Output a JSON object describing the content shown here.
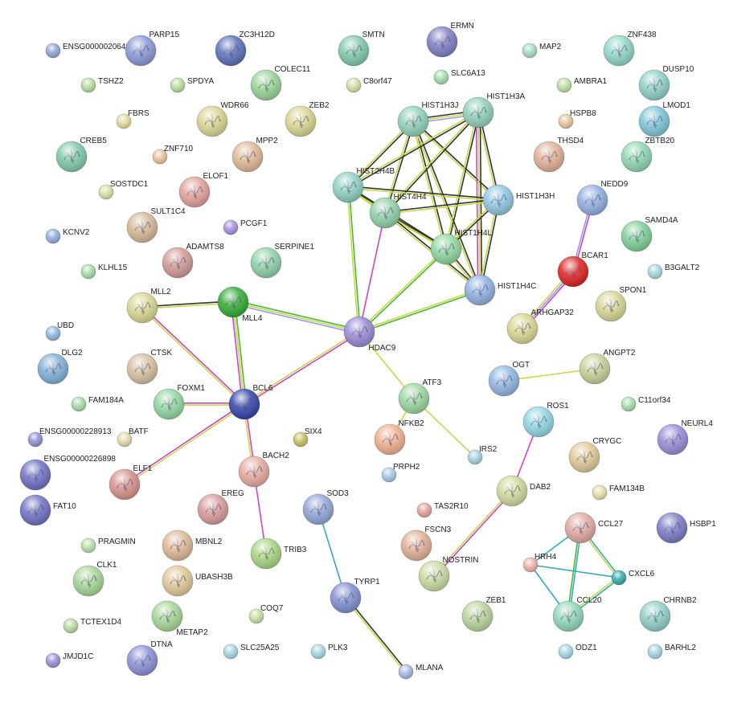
{
  "diagram": {
    "type": "protein-interaction-network",
    "edge_colors": {
      "black": "#333333",
      "yellow": "#c9d84a",
      "green": "#44bb33",
      "magenta": "#cc44cc",
      "lavender": "#9999ee",
      "cyan": "#33aabb"
    },
    "nodes": [
      {
        "id": "ENSG00000206468",
        "label": "ENSG00000206468",
        "color": "#8fa6d6",
        "big": false
      },
      {
        "id": "PARP15",
        "label": "PARP15",
        "color": "#8a96d6",
        "big": true
      },
      {
        "id": "ZC3H12D",
        "label": "ZC3H12D",
        "color": "#5b6fb8",
        "big": true
      },
      {
        "id": "SMTN",
        "label": "SMTN",
        "color": "#7fc9a8",
        "big": true
      },
      {
        "id": "ERMN",
        "label": "ERMN",
        "color": "#7e7ec4",
        "big": true
      },
      {
        "id": "MAP2",
        "label": "MAP2",
        "color": "#a6dcc0",
        "big": false
      },
      {
        "id": "ZNF438",
        "label": "ZNF438",
        "color": "#8fd6c6",
        "big": true
      },
      {
        "id": "TSHZ2",
        "label": "TSHZ2",
        "color": "#b8dca0",
        "big": false
      },
      {
        "id": "SPDYA",
        "label": "SPDYA",
        "color": "#b8dca0",
        "big": false
      },
      {
        "id": "COLEC11",
        "label": "COLEC11",
        "color": "#98d496",
        "big": true
      },
      {
        "id": "C8orf47",
        "label": "C8orf47",
        "color": "#cfe0a0",
        "big": false
      },
      {
        "id": "SLC6A13",
        "label": "SLC6A13",
        "color": "#a6dcb0",
        "big": false
      },
      {
        "id": "AMBRA1",
        "label": "AMBRA1",
        "color": "#c0e0a0",
        "big": false
      },
      {
        "id": "DUSP10",
        "label": "DUSP10",
        "color": "#8ecfc6",
        "big": true
      },
      {
        "id": "FBRS",
        "label": "FBRS",
        "color": "#e4dc9e",
        "big": false
      },
      {
        "id": "WDR66",
        "label": "WDR66",
        "color": "#d8d690",
        "big": true
      },
      {
        "id": "ZEB2",
        "label": "ZEB2",
        "color": "#d8d690",
        "big": true
      },
      {
        "id": "HIST1H3J",
        "label": "HIST1H3J",
        "color": "#8fd0b8",
        "big": true
      },
      {
        "id": "HIST1H3A",
        "label": "HIST1H3A",
        "color": "#8fd0b8",
        "big": true
      },
      {
        "id": "HSPB8",
        "label": "HSPB8",
        "color": "#e6c79a",
        "big": false
      },
      {
        "id": "LMOD1",
        "label": "LMOD1",
        "color": "#7ec4d8",
        "big": true
      },
      {
        "id": "CREB5",
        "label": "CREB5",
        "color": "#7fc9a8",
        "big": true
      },
      {
        "id": "ZNF710",
        "label": "ZNF710",
        "color": "#e8c49c",
        "big": false
      },
      {
        "id": "MPP2",
        "label": "MPP2",
        "color": "#e0b896",
        "big": true
      },
      {
        "id": "THSD4",
        "label": "THSD4",
        "color": "#e0b096",
        "big": true
      },
      {
        "id": "ZBTB20",
        "label": "ZBTB20",
        "color": "#8fd6b0",
        "big": true
      },
      {
        "id": "SOSTDC1",
        "label": "SOSTDC1",
        "color": "#d6e0a0",
        "big": false
      },
      {
        "id": "ELOF1",
        "label": "ELOF1",
        "color": "#e0a09a",
        "big": true
      },
      {
        "id": "HIST2H4B",
        "label": "HIST2H4B",
        "color": "#8ed0c0",
        "big": true
      },
      {
        "id": "HIST4H4",
        "label": "HIST4H4",
        "color": "#8fd0a8",
        "big": true
      },
      {
        "id": "HIST1H3H",
        "label": "HIST1H3H",
        "color": "#90c6e0",
        "big": true
      },
      {
        "id": "NEDD9",
        "label": "NEDD9",
        "color": "#90aee0",
        "big": true
      },
      {
        "id": "SULT1C4",
        "label": "SULT1C4",
        "color": "#d6b896",
        "big": true
      },
      {
        "id": "PCGF1",
        "label": "PCGF1",
        "color": "#a890e0",
        "big": false
      },
      {
        "id": "KCNV2",
        "label": "KCNV2",
        "color": "#90aee0",
        "big": false
      },
      {
        "id": "SAMD4A",
        "label": "SAMD4A",
        "color": "#7fcf98",
        "big": true
      },
      {
        "id": "ADAMTS8",
        "label": "ADAMTS8",
        "color": "#d09a96",
        "big": true
      },
      {
        "id": "SERPINE1",
        "label": "SERPINE1",
        "color": "#8fd0a8",
        "big": true
      },
      {
        "id": "HIST1H4L",
        "label": "HIST1H4L",
        "color": "#8fd6a0",
        "big": true
      },
      {
        "id": "BCAR1",
        "label": "BCAR1",
        "color": "#dd2222",
        "big": true
      },
      {
        "id": "B3GALT2",
        "label": "B3GALT2",
        "color": "#a6d8e0",
        "big": false
      },
      {
        "id": "KLHL15",
        "label": "KLHL15",
        "color": "#a6dca8",
        "big": false
      },
      {
        "id": "HIST1H4C",
        "label": "HIST1H4C",
        "color": "#90b0e0",
        "big": true
      },
      {
        "id": "MLL2",
        "label": "MLL2",
        "color": "#d8d690",
        "big": true
      },
      {
        "id": "MLL4",
        "label": "MLL4",
        "color": "#33aa33",
        "big": true
      },
      {
        "id": "SPON1",
        "label": "SPON1",
        "color": "#d8d696",
        "big": true
      },
      {
        "id": "HDAC9",
        "label": "HDAC9",
        "color": "#9a8ad6",
        "big": true
      },
      {
        "id": "ARHGAP32",
        "label": "ARHGAP32",
        "color": "#d8d690",
        "big": true
      },
      {
        "id": "UBD",
        "label": "UBD",
        "color": "#90b6e0",
        "big": false
      },
      {
        "id": "DLG2",
        "label": "DLG2",
        "color": "#80aed6",
        "big": true
      },
      {
        "id": "CTSK",
        "label": "CTSK",
        "color": "#d6c0a0",
        "big": true
      },
      {
        "id": "OGT",
        "label": "OGT",
        "color": "#90b6e0",
        "big": true
      },
      {
        "id": "ANGPT2",
        "label": "ANGPT2",
        "color": "#c8d096",
        "big": true
      },
      {
        "id": "FAM184A",
        "label": "FAM184A",
        "color": "#a6dca8",
        "big": false
      },
      {
        "id": "FOXM1",
        "label": "FOXM1",
        "color": "#90d6a0",
        "big": true
      },
      {
        "id": "BCL6",
        "label": "BCL6",
        "color": "#3344aa",
        "big": true
      },
      {
        "id": "ATF3",
        "label": "ATF3",
        "color": "#9ad6a0",
        "big": true
      },
      {
        "id": "C11orf34",
        "label": "C11orf34",
        "color": "#a6dca8",
        "big": false
      },
      {
        "id": "ROS1",
        "label": "ROS1",
        "color": "#90d6e0",
        "big": true
      },
      {
        "id": "NEURL4",
        "label": "NEURL4",
        "color": "#9a8ad6",
        "big": true
      },
      {
        "id": "ENSG00000228913",
        "label": "ENSG00000228913",
        "color": "#9090d6",
        "big": false
      },
      {
        "id": "BATF",
        "label": "BATF",
        "color": "#e4dca8",
        "big": false
      },
      {
        "id": "SIX4",
        "label": "SIX4",
        "color": "#c8c060",
        "big": false
      },
      {
        "id": "NFKB2",
        "label": "NFKB2",
        "color": "#f0b090",
        "big": true
      },
      {
        "id": "CRYGC",
        "label": "CRYGC",
        "color": "#e0c896",
        "big": true
      },
      {
        "id": "IRS2",
        "label": "IRS2",
        "color": "#a6d0e0",
        "big": false
      },
      {
        "id": "ENSG00000226898",
        "label": "ENSG00000226898",
        "color": "#7070c4",
        "big": true
      },
      {
        "id": "BACH2",
        "label": "BACH2",
        "color": "#e6aaa0",
        "big": true
      },
      {
        "id": "PRPH2",
        "label": "PRPH2",
        "color": "#a6c8e6",
        "big": false
      },
      {
        "id": "FAM134B",
        "label": "FAM134B",
        "color": "#e4e0a8",
        "big": false
      },
      {
        "id": "ELF1",
        "label": "ELF1",
        "color": "#d6908a",
        "big": true
      },
      {
        "id": "DAB2",
        "label": "DAB2",
        "color": "#d0d89a",
        "big": true
      },
      {
        "id": "FAT10",
        "label": "FAT10",
        "color": "#7070c4",
        "big": true
      },
      {
        "id": "SOD3",
        "label": "SOD3",
        "color": "#90a6d6",
        "big": true
      },
      {
        "id": "TAS2R10",
        "label": "TAS2R10",
        "color": "#e6a0a0",
        "big": false
      },
      {
        "id": "EREG",
        "label": "EREG",
        "color": "#d89a9a",
        "big": true
      },
      {
        "id": "CCL27",
        "label": "CCL27",
        "color": "#e0a8a0",
        "big": true
      },
      {
        "id": "HSBP1",
        "label": "HSBP1",
        "color": "#7a7ac6",
        "big": true
      },
      {
        "id": "MBNL2",
        "label": "MBNL2",
        "color": "#e0b896",
        "big": true
      },
      {
        "id": "FSCN3",
        "label": "FSCN3",
        "color": "#e0b096",
        "big": true
      },
      {
        "id": "PRAGMIN",
        "label": "PRAGMIN",
        "color": "#b8e0a8",
        "big": false
      },
      {
        "id": "TRIB3",
        "label": "TRIB3",
        "color": "#a8d680",
        "big": true
      },
      {
        "id": "HRH4",
        "label": "HRH4",
        "color": "#eeb0a8",
        "big": false
      },
      {
        "id": "NOSTRIN",
        "label": "NOSTRIN",
        "color": "#c8dca0",
        "big": true
      },
      {
        "id": "CLK1",
        "label": "CLK1",
        "color": "#a6d696",
        "big": true
      },
      {
        "id": "UBASH3B",
        "label": "UBASH3B",
        "color": "#e0c896",
        "big": true
      },
      {
        "id": "CXCL6",
        "label": "CXCL6",
        "color": "#33aaaa",
        "big": false
      },
      {
        "id": "TYRP1",
        "label": "TYRP1",
        "color": "#8090d0",
        "big": true
      },
      {
        "id": "METAP2",
        "label": "METAP2",
        "color": "#a6d696",
        "big": true
      },
      {
        "id": "COQ7",
        "label": "COQ7",
        "color": "#c8e0a0",
        "big": false
      },
      {
        "id": "ZEB1",
        "label": "ZEB1",
        "color": "#b8d49a",
        "big": true
      },
      {
        "id": "CCL20",
        "label": "CCL20",
        "color": "#90d6b8",
        "big": true
      },
      {
        "id": "CHRNB2",
        "label": "CHRNB2",
        "color": "#8ecfc6",
        "big": true
      },
      {
        "id": "TCTEX1D4",
        "label": "TCTEX1D4",
        "color": "#b8dca0",
        "big": false
      },
      {
        "id": "JMJD1C",
        "label": "JMJD1C",
        "color": "#9a90d6",
        "big": false
      },
      {
        "id": "DTNA",
        "label": "DTNA",
        "color": "#8a90d6",
        "big": true
      },
      {
        "id": "SLC25A25",
        "label": "SLC25A25",
        "color": "#a6d6e0",
        "big": false
      },
      {
        "id": "PLK3",
        "label": "PLK3",
        "color": "#a6d6e0",
        "big": false
      },
      {
        "id": "MLANA",
        "label": "MLANA",
        "color": "#a6b8e0",
        "big": false
      },
      {
        "id": "ODZ1",
        "label": "ODZ1",
        "color": "#a6d6e6",
        "big": false
      },
      {
        "id": "BARHL2",
        "label": "BARHL2",
        "color": "#a6d6e0",
        "big": false
      }
    ],
    "edges": [
      {
        "a": "HIST1H3J",
        "b": "HIST1H3A",
        "colors": [
          "black",
          "yellow",
          "lavender"
        ]
      },
      {
        "a": "HIST1H3J",
        "b": "HIST2H4B",
        "colors": [
          "black",
          "yellow"
        ]
      },
      {
        "a": "HIST1H3J",
        "b": "HIST4H4",
        "colors": [
          "black",
          "yellow"
        ]
      },
      {
        "a": "HIST1H3J",
        "b": "HIST1H3H",
        "colors": [
          "black",
          "yellow"
        ]
      },
      {
        "a": "HIST1H3J",
        "b": "HIST1H4L",
        "colors": [
          "black",
          "yellow"
        ]
      },
      {
        "a": "HIST1H3J",
        "b": "HIST1H4C",
        "colors": [
          "black",
          "yellow"
        ]
      },
      {
        "a": "HIST1H3A",
        "b": "HIST2H4B",
        "colors": [
          "black",
          "yellow"
        ]
      },
      {
        "a": "HIST1H3A",
        "b": "HIST4H4",
        "colors": [
          "black",
          "yellow"
        ]
      },
      {
        "a": "HIST1H3A",
        "b": "HIST1H3H",
        "colors": [
          "black",
          "yellow"
        ]
      },
      {
        "a": "HIST1H3A",
        "b": "HIST1H4L",
        "colors": [
          "black",
          "yellow"
        ]
      },
      {
        "a": "HIST1H3A",
        "b": "HIST1H4C",
        "colors": [
          "black",
          "yellow",
          "magenta"
        ]
      },
      {
        "a": "HIST2H4B",
        "b": "HIST4H4",
        "colors": [
          "black",
          "yellow"
        ]
      },
      {
        "a": "HIST2H4B",
        "b": "HIST1H3H",
        "colors": [
          "black",
          "yellow"
        ]
      },
      {
        "a": "HIST2H4B",
        "b": "HIST1H4L",
        "colors": [
          "black",
          "yellow"
        ]
      },
      {
        "a": "HIST2H4B",
        "b": "HDAC9",
        "colors": [
          "green",
          "yellow"
        ]
      },
      {
        "a": "HIST4H4",
        "b": "HIST1H3H",
        "colors": [
          "black",
          "yellow"
        ]
      },
      {
        "a": "HIST4H4",
        "b": "HIST1H4L",
        "colors": [
          "black",
          "yellow"
        ]
      },
      {
        "a": "HIST4H4",
        "b": "HIST1H4C",
        "colors": [
          "black",
          "yellow"
        ]
      },
      {
        "a": "HIST4H4",
        "b": "HDAC9",
        "colors": [
          "magenta"
        ]
      },
      {
        "a": "HIST1H3H",
        "b": "HIST1H4L",
        "colors": [
          "black",
          "yellow"
        ]
      },
      {
        "a": "HIST1H3H",
        "b": "HIST1H4C",
        "colors": [
          "black",
          "yellow"
        ]
      },
      {
        "a": "HIST1H4L",
        "b": "HIST1H4C",
        "colors": [
          "black",
          "yellow"
        ]
      },
      {
        "a": "HIST1H4L",
        "b": "HDAC9",
        "colors": [
          "green",
          "yellow"
        ]
      },
      {
        "a": "HIST1H4C",
        "b": "HDAC9",
        "colors": [
          "green",
          "yellow"
        ]
      },
      {
        "a": "NEDD9",
        "b": "BCAR1",
        "colors": [
          "magenta",
          "lavender"
        ]
      },
      {
        "a": "BCAR1",
        "b": "ARHGAP32",
        "colors": [
          "magenta",
          "lavender",
          "yellow"
        ]
      },
      {
        "a": "MLL2",
        "b": "MLL4",
        "colors": [
          "black",
          "yellow"
        ]
      },
      {
        "a": "MLL2",
        "b": "BCL6",
        "colors": [
          "magenta",
          "yellow"
        ]
      },
      {
        "a": "MLL4",
        "b": "HDAC9",
        "colors": [
          "green",
          "yellow",
          "lavender"
        ]
      },
      {
        "a": "MLL4",
        "b": "BCL6",
        "colors": [
          "green",
          "yellow",
          "magenta"
        ]
      },
      {
        "a": "HDAC9",
        "b": "BCL6",
        "colors": [
          "magenta",
          "yellow"
        ]
      },
      {
        "a": "HDAC9",
        "b": "ATF3",
        "colors": [
          "yellow"
        ]
      },
      {
        "a": "FOXM1",
        "b": "BCL6",
        "colors": [
          "magenta",
          "yellow"
        ]
      },
      {
        "a": "BCL6",
        "b": "ELF1",
        "colors": [
          "yellow",
          "magenta"
        ]
      },
      {
        "a": "BCL6",
        "b": "BACH2",
        "colors": [
          "magenta",
          "yellow"
        ]
      },
      {
        "a": "BACH2",
        "b": "TRIB3",
        "colors": [
          "magenta"
        ]
      },
      {
        "a": "ATF3",
        "b": "NFKB2",
        "colors": [
          "yellow"
        ]
      },
      {
        "a": "ATF3",
        "b": "IRS2",
        "colors": [
          "yellow"
        ]
      },
      {
        "a": "OGT",
        "b": "ANGPT2",
        "colors": [
          "yellow"
        ]
      },
      {
        "a": "ROS1",
        "b": "DAB2",
        "colors": [
          "magenta"
        ]
      },
      {
        "a": "DAB2",
        "b": "NOSTRIN",
        "colors": [
          "magenta",
          "yellow"
        ]
      },
      {
        "a": "SOD3",
        "b": "TYRP1",
        "colors": [
          "cyan"
        ]
      },
      {
        "a": "TYRP1",
        "b": "MLANA",
        "colors": [
          "black",
          "yellow"
        ]
      },
      {
        "a": "CCL27",
        "b": "HRH4",
        "colors": [
          "cyan"
        ]
      },
      {
        "a": "CCL27",
        "b": "CXCL6",
        "colors": [
          "cyan",
          "yellow"
        ]
      },
      {
        "a": "CCL27",
        "b": "CCL20",
        "colors": [
          "cyan",
          "green"
        ]
      },
      {
        "a": "HRH4",
        "b": "CXCL6",
        "colors": [
          "cyan"
        ]
      },
      {
        "a": "HRH4",
        "b": "CCL20",
        "colors": [
          "cyan"
        ]
      },
      {
        "a": "CXCL6",
        "b": "CCL20",
        "colors": [
          "cyan",
          "yellow"
        ]
      }
    ]
  }
}
